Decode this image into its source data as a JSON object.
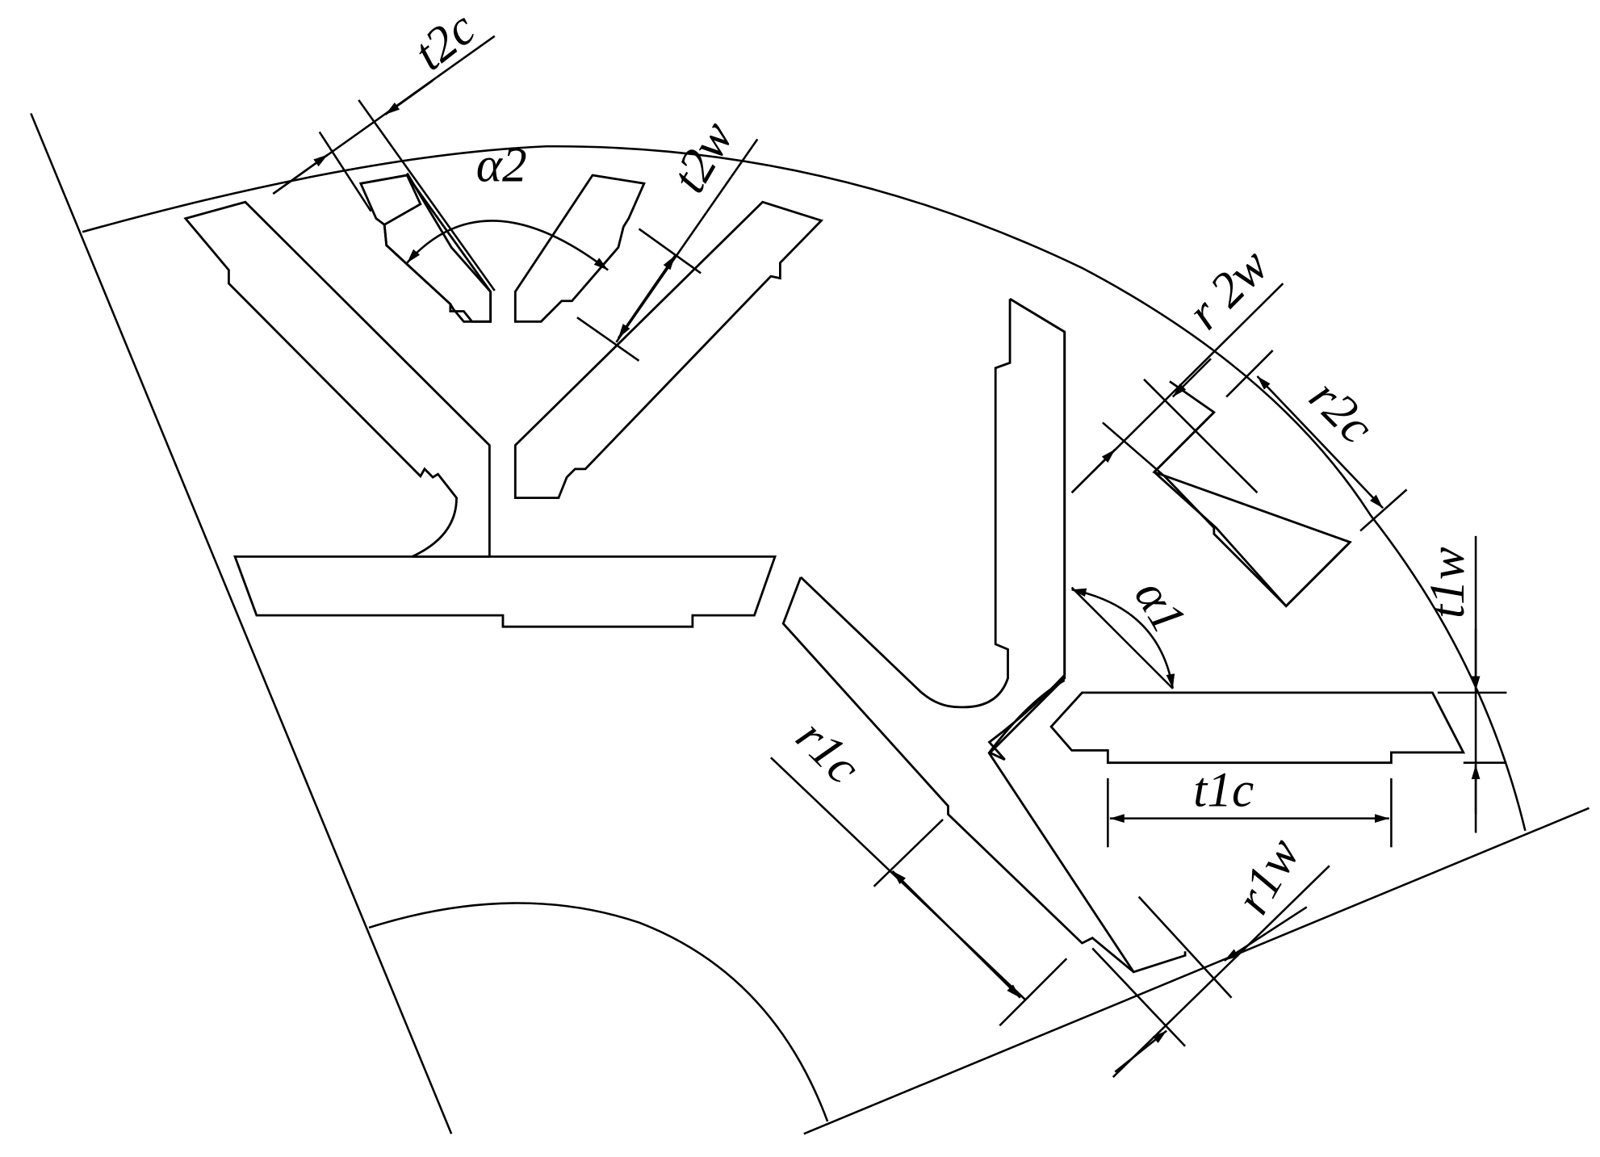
{
  "labels": {
    "t2c": "t2c",
    "alpha2": "α2",
    "t2w": "t2w",
    "r2w": "r 2w",
    "r2c": "r2c",
    "t1w": "t1w",
    "alpha1": "α1",
    "r1c": "r1c",
    "t1c": "t1c",
    "r1w": "r1w"
  }
}
